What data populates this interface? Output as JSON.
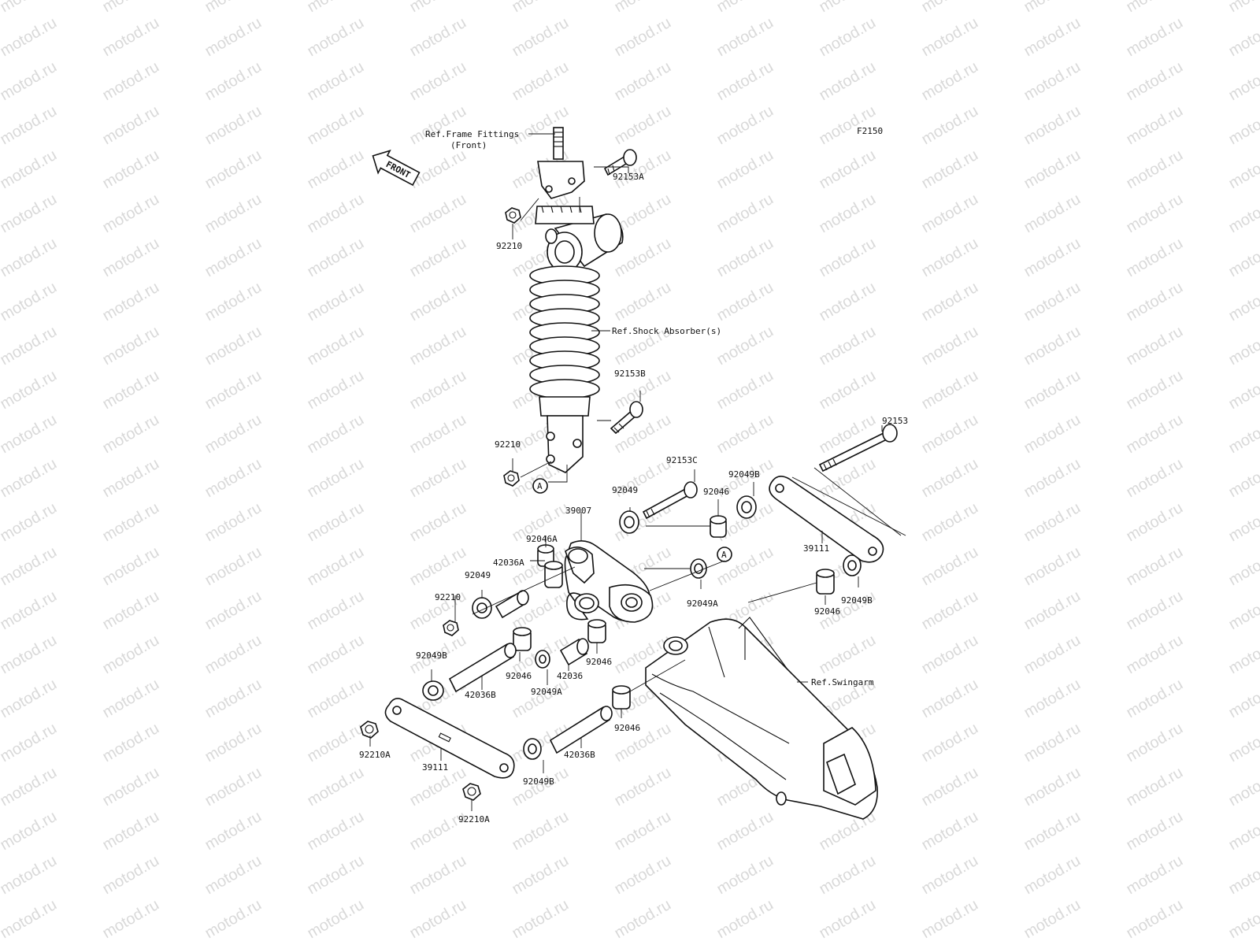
{
  "figure_code": "F2150",
  "watermark_text": "motod.ru",
  "front_badge": "FRONT",
  "references": {
    "frame_fittings_line1": "Ref.Frame Fittings",
    "frame_fittings_line2": "(Front)",
    "shock_absorber": "Ref.Shock Absorber(s)",
    "swingarm": "Ref.Swingarm"
  },
  "markers": {
    "a_shock": "A",
    "a_link": "A"
  },
  "parts": {
    "p92153a": "92153A",
    "p92210_top": "92210",
    "p92153b": "92153B",
    "p92210_mid": "92210",
    "p92153": "92153",
    "p92153c": "92153C",
    "p92049b_r1": "92049B",
    "p92049_top": "92049",
    "p92046_top": "92046",
    "p39007": "39007",
    "p92046a": "92046A",
    "p42036a": "42036A",
    "p92049_left": "92049",
    "p92210_left": "92210",
    "p39111_right": "39111",
    "p92049a_mid": "92049A",
    "p92049b_r2": "92049B",
    "p92046_right": "92046",
    "p92049b_left": "92049B",
    "p92046_b1": "92046",
    "p42036": "42036",
    "p92046_b2": "92046",
    "p42036b_left": "42036B",
    "p92049a_b": "92049A",
    "p92046_b3": "92046",
    "p92210a_left": "92210A",
    "p39111_left": "39111",
    "p42036b_b": "42036B",
    "p92049b_b": "92049B",
    "p92210a_b": "92210A"
  }
}
